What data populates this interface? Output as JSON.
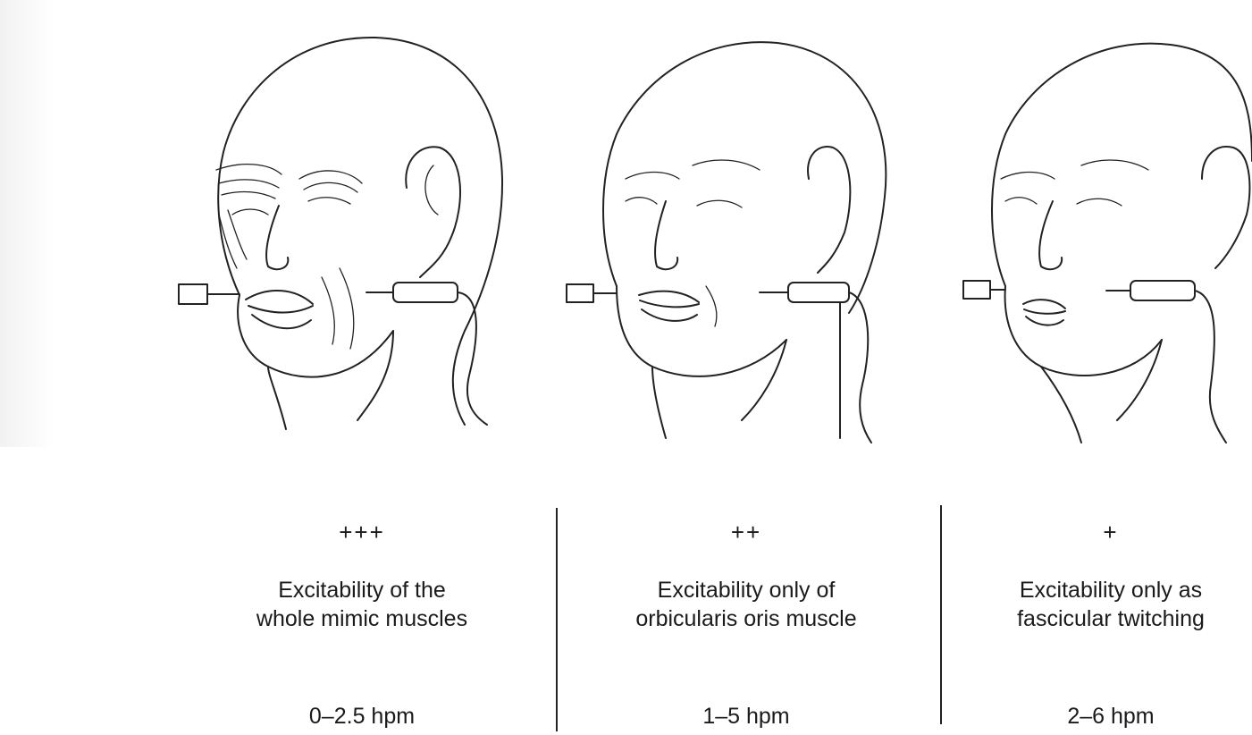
{
  "panels": [
    {
      "grade": "+++",
      "description_line1": "Excitability of the",
      "description_line2": "whole mimic muscles",
      "rate": "0–2.5 hpm"
    },
    {
      "grade": "++",
      "description_line1": "Excitability only of",
      "description_line2": "orbicularis oris muscle",
      "rate": "1–5 hpm"
    },
    {
      "grade": "+",
      "description_line1": "Excitability only as",
      "description_line2": "fascicular twitching",
      "rate": "2–6 hpm"
    }
  ]
}
